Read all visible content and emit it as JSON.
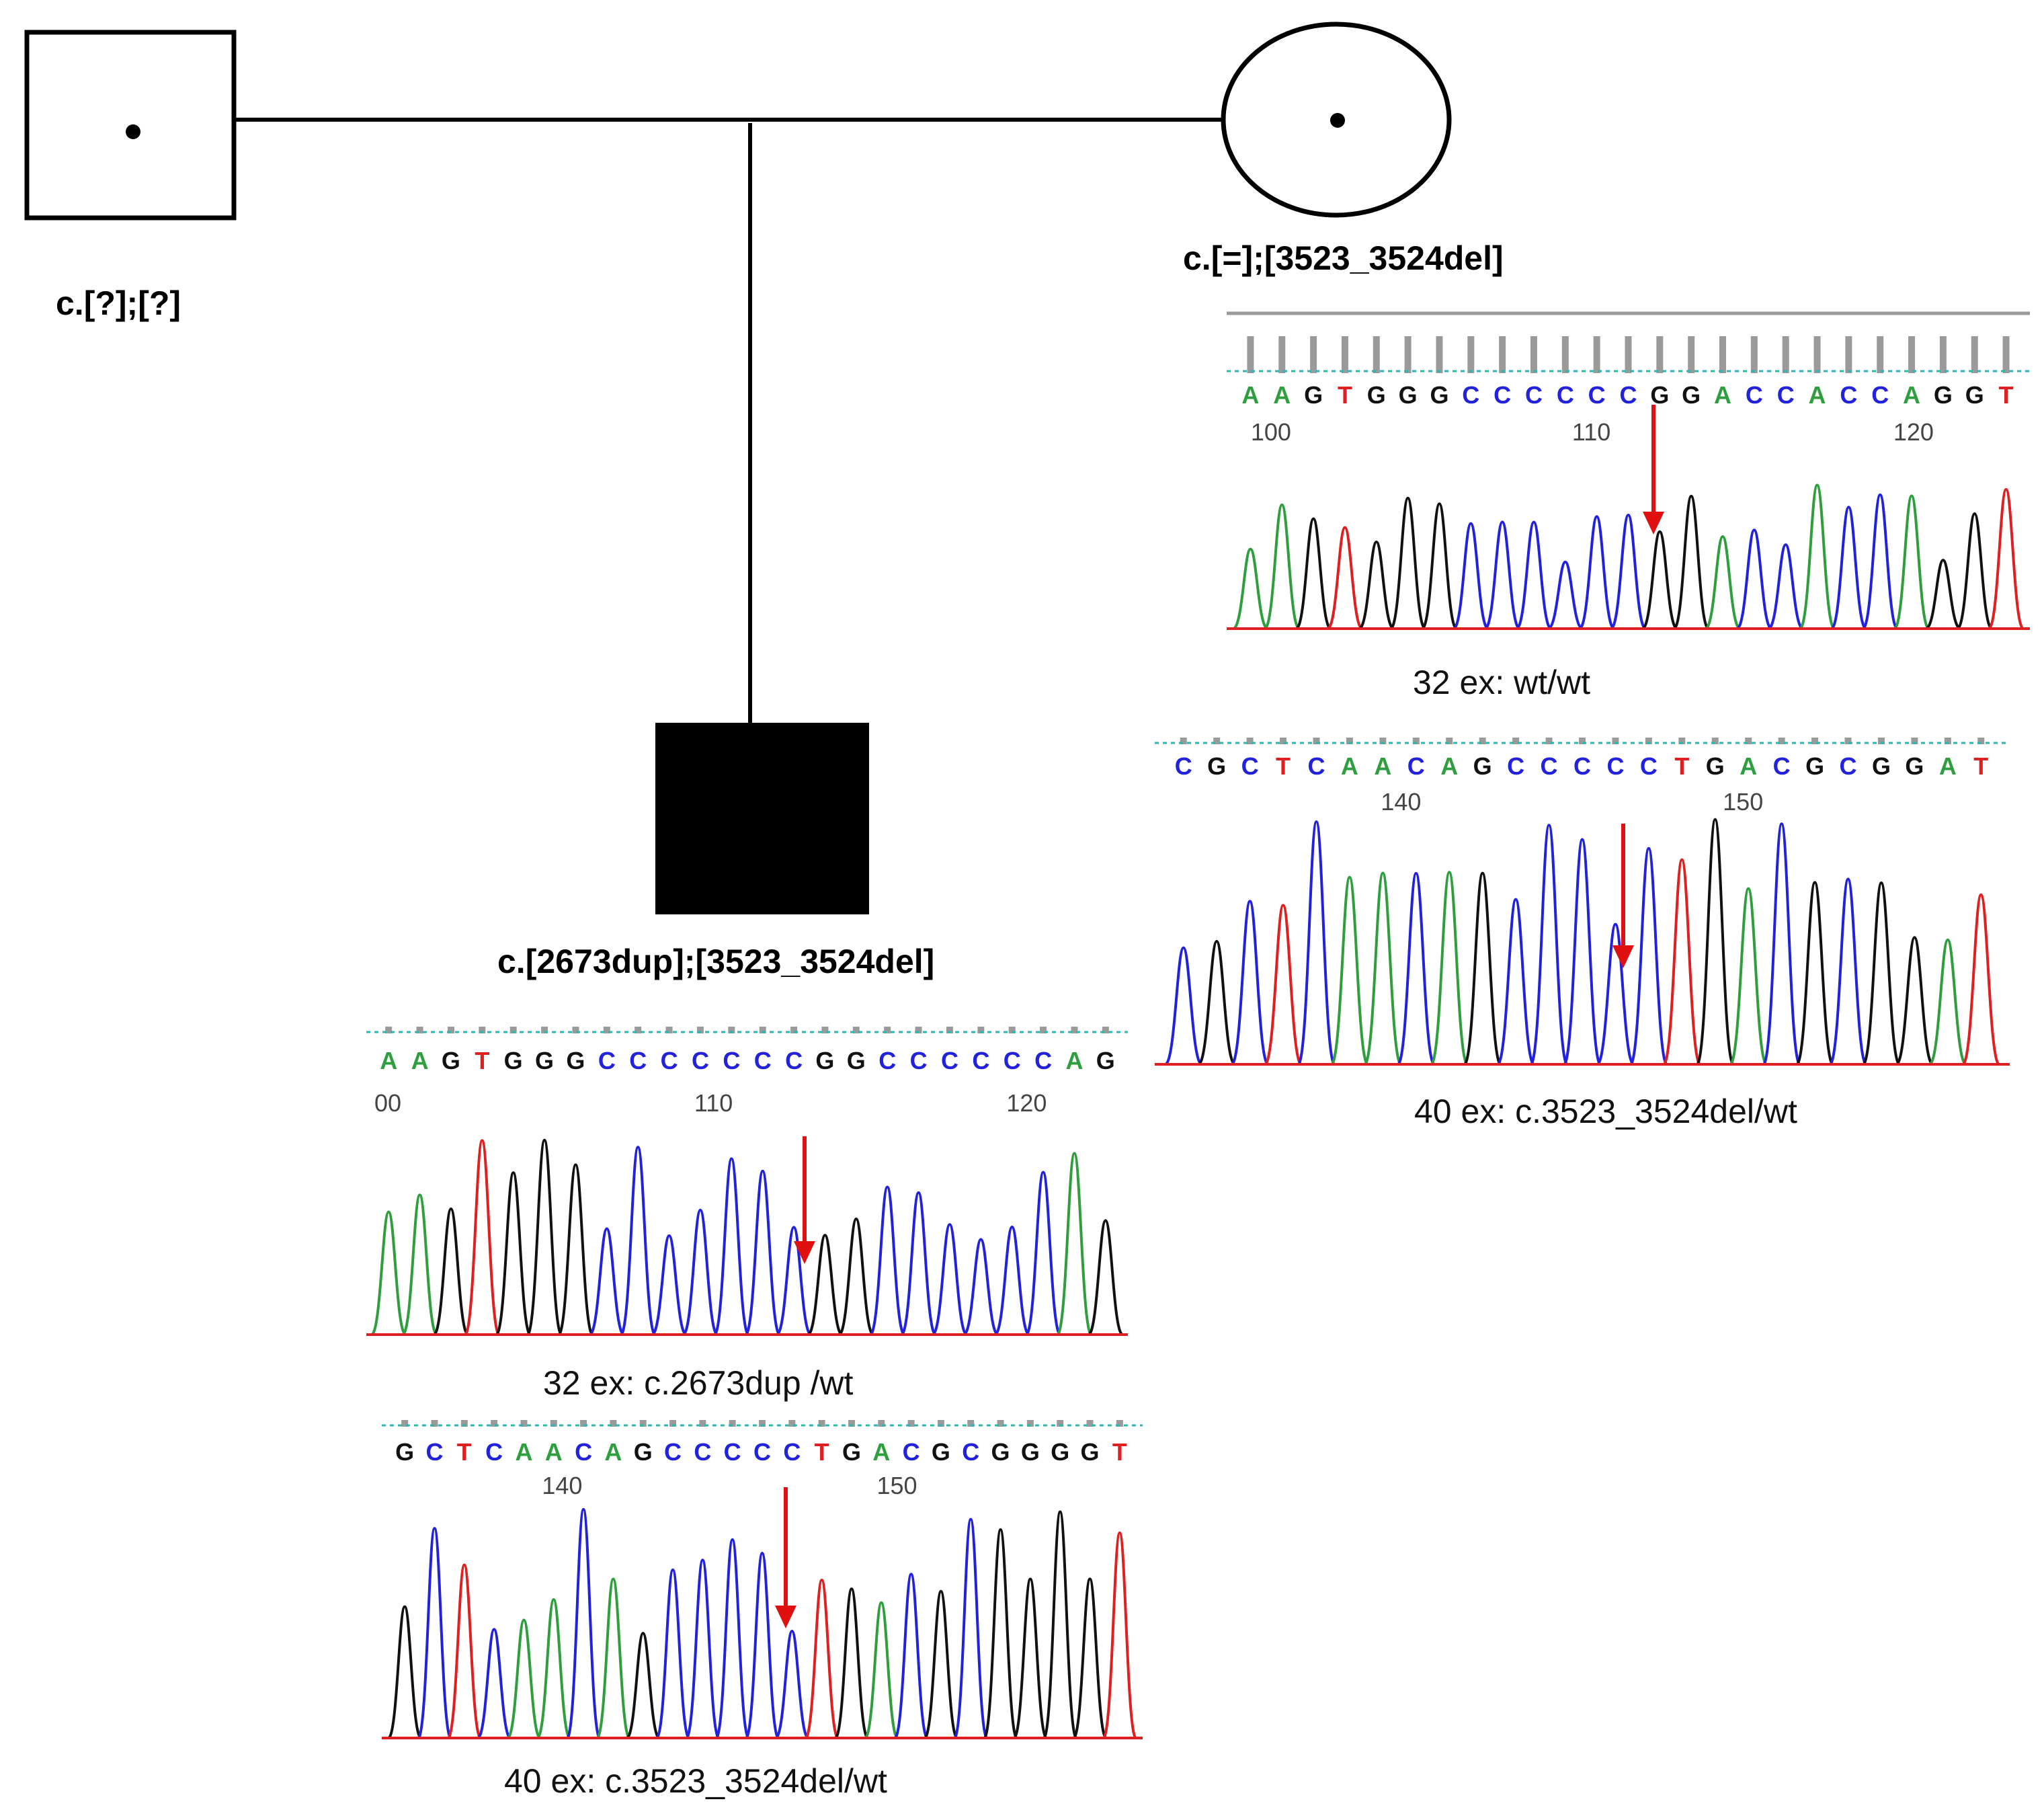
{
  "pedigree": {
    "father": {
      "genotype": "c.[?];[?]",
      "status": "carrier"
    },
    "mother": {
      "genotype": "c.[=];[3523_3524del]",
      "status": "carrier"
    },
    "proband": {
      "genotype": "c.[2673dup];[3523_3524del]",
      "status": "affected"
    }
  },
  "chromatograms": {
    "mother_ex32": {
      "sequence": "AAGTGGGCCCCCCGGACCACCAGGT",
      "partial_left": true,
      "ticks": [
        "100",
        "110",
        "120"
      ],
      "caption": "32 ex: wt/wt"
    },
    "mother_ex40": {
      "sequence": "CGCTCAACAGCCCCCTGACGCGGAT",
      "partial_right": true,
      "ticks": [
        "140",
        "150"
      ],
      "caption": "40 ex: c.3523_3524del/wt"
    },
    "proband_ex32": {
      "sequence": "AAGTGGGCCCCCCCGGCCCCCCAG",
      "partial_right": true,
      "ticks": [
        "00",
        "110",
        "120"
      ],
      "caption": "32 ex: c.2673dup /wt"
    },
    "proband_ex40": {
      "sequence": "GCTCAACAGCCCCCTGACGCGGGGT",
      "partial_right": true,
      "ticks": [
        "140",
        "150"
      ],
      "caption": "40 ex: c.3523_3524del/wt"
    }
  },
  "colors": {
    "A": "#2e9e3e",
    "C": "#2222dd",
    "G": "#111111",
    "T": "#e02020",
    "arrow": "#e01010",
    "tick": "#9a9a9a",
    "guide": "#2bb6b0"
  }
}
